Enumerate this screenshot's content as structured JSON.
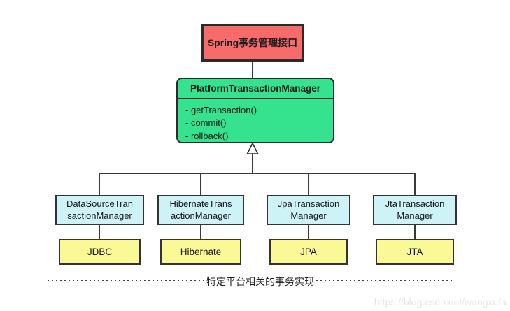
{
  "diagram": {
    "interface_box": {
      "label": "Spring事务管理接口"
    },
    "platform_box": {
      "title": "PlatformTransactionManager",
      "methods": [
        "- getTransaction()",
        "- commit()",
        "- rollback()"
      ]
    },
    "managers": [
      {
        "line1": "DataSourceTran",
        "line2": "sactionManager",
        "impl": "JDBC"
      },
      {
        "line1": "HibernateTrans",
        "line2": "actionManager",
        "impl": "Hibernate"
      },
      {
        "line1": "JpaTransaction",
        "line2": "Manager",
        "impl": "JPA"
      },
      {
        "line1": "JtaTransaction",
        "line2": "Manager",
        "impl": "JTA"
      }
    ],
    "footer_label": "特定平台相关的事务实现",
    "watermark": "https://blog.csdn.net/wangxufa",
    "colors": {
      "interface_fill": "#f76b6b",
      "platform_fill": "#35e28d",
      "manager_fill": "#cdf3f7",
      "impl_fill": "#fbf996",
      "line": "#3a3a3a",
      "border": "#2b2b2b",
      "watermark": "#e6e6e6"
    }
  }
}
